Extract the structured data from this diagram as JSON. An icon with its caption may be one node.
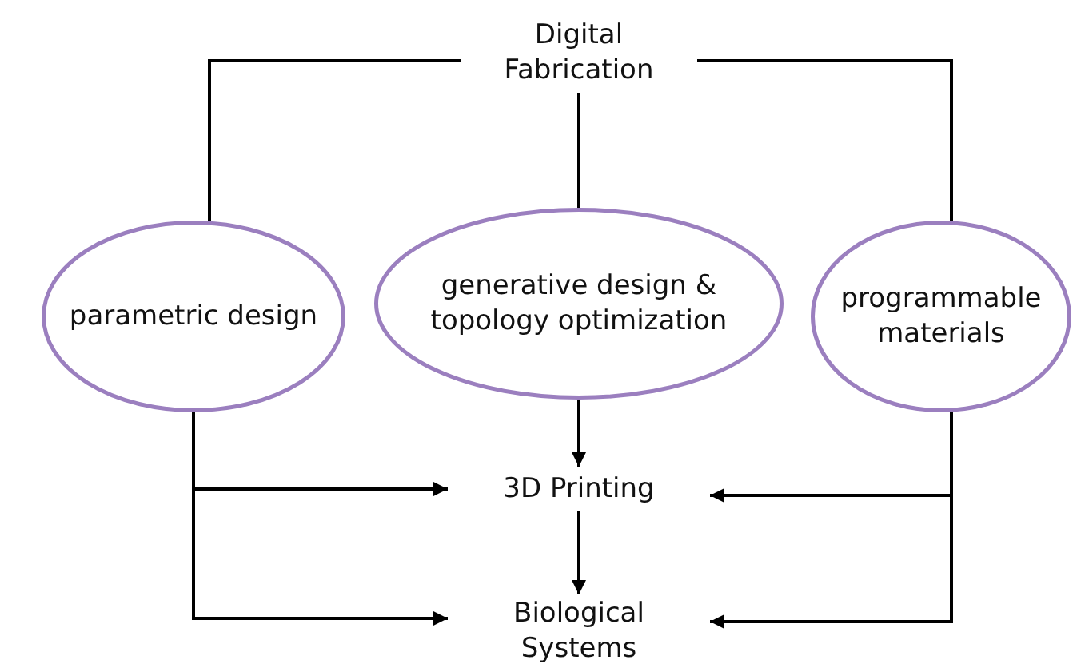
{
  "diagram": {
    "nodes": [
      {
        "text": [
          "Digital Fabrication"
        ]
      },
      {
        "text": [
          "parametric design"
        ]
      },
      {
        "text": [
          "generative design & topology optimization"
        ]
      },
      {
        "text": [
          "programmable materials"
        ]
      },
      {
        "text": [
          "3D Printing"
        ]
      },
      {
        "text": [
          "Biological Systems"
        ]
      }
    ],
    "edges": [
      {
        "from": 0,
        "to": 1,
        "arrow": "none"
      },
      {
        "from": 0,
        "to": 2,
        "arrow": "none"
      },
      {
        "from": 0,
        "to": 3,
        "arrow": "none"
      },
      {
        "from": 1,
        "to": 4,
        "arrow": "to"
      },
      {
        "from": 2,
        "to": 4,
        "arrow": "to"
      },
      {
        "from": 3,
        "to": 4,
        "arrow": "to"
      },
      {
        "from": 4,
        "to": 5,
        "arrow": "to"
      },
      {
        "from": 1,
        "to": 5,
        "arrow": "to"
      },
      {
        "from": 3,
        "to": 5,
        "arrow": "to"
      }
    ]
  }
}
